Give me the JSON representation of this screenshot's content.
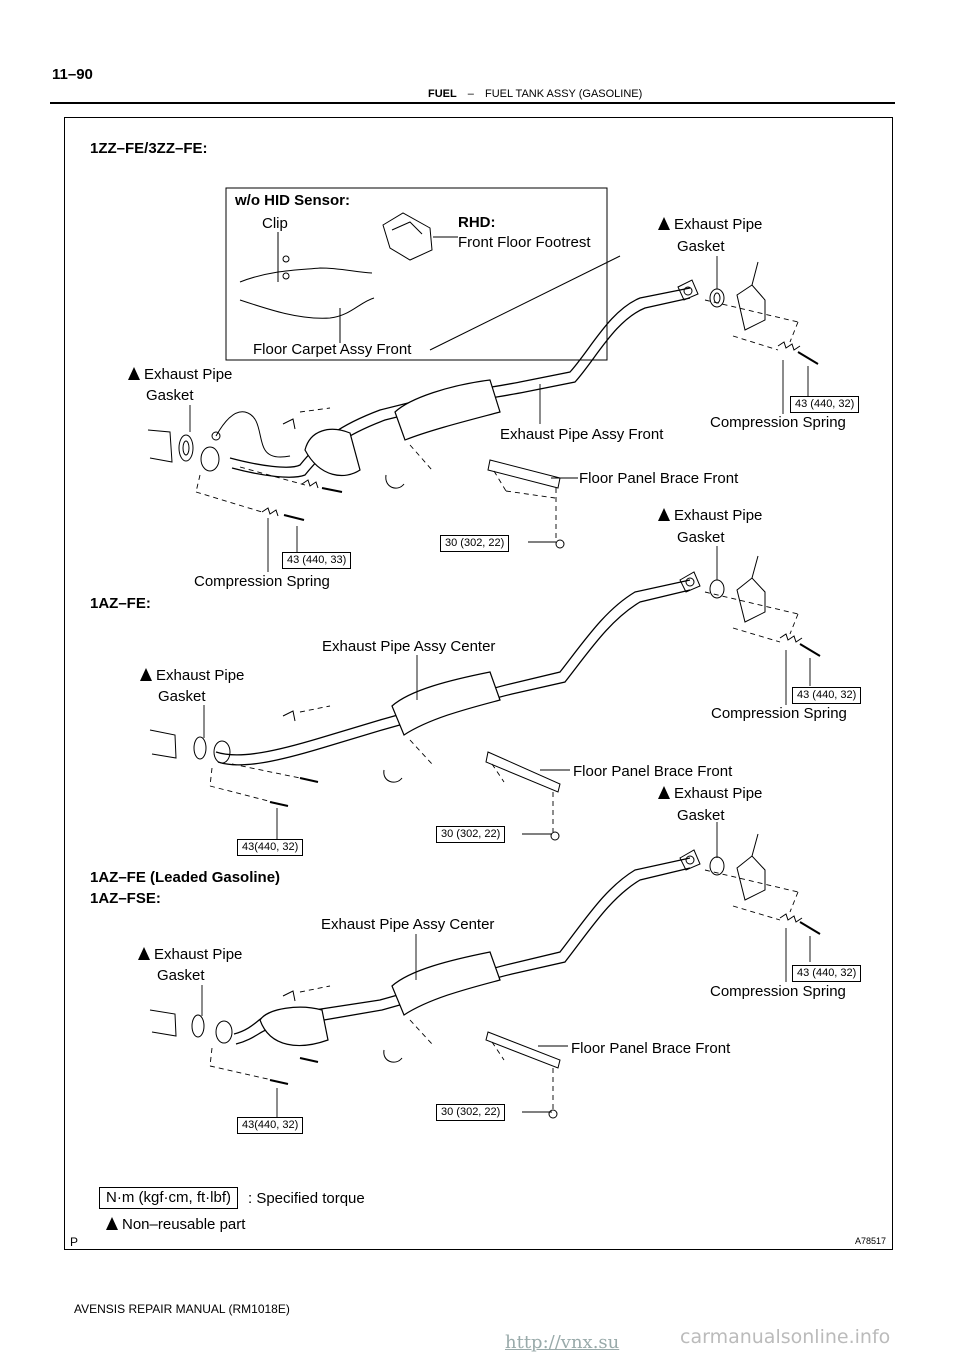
{
  "header": {
    "page_number": "11–90",
    "section": "FUEL",
    "separator": "–",
    "title": "FUEL TANK ASSY (GASOLINE)"
  },
  "variants": {
    "v1": "1ZZ–FE/3ZZ–FE:",
    "v2": "1AZ–FE:",
    "v3a": "1AZ–FE (Leaded Gasoline)",
    "v3b": "1AZ–FSE:"
  },
  "inset": {
    "title": "w/o HID Sensor:",
    "clip": "Clip",
    "rhd_title": "RHD:",
    "rhd_part": "Front Floor Footrest",
    "carpet": "Floor Carpet Assy Front"
  },
  "labels": {
    "exhaust_pipe": "Exhaust Pipe",
    "gasket": "Gasket",
    "compression_spring": "Compression Spring",
    "pipe_front": "Exhaust Pipe Assy Front",
    "pipe_center": "Exhaust Pipe Assy Center",
    "brace": "Floor Panel Brace Front"
  },
  "torques": {
    "t_43_440_32": "43 (440, 32)",
    "t_43_440_33": "43 (440, 33)",
    "t_30_302_22": "30 (302, 22)",
    "t_43_440_32_compact": "43(440, 32)"
  },
  "legend": {
    "torque_unit": "N·m (kgf·cm, ft·lbf)",
    "torque_text": ": Specified torque",
    "nonreusable": "Non–reusable part"
  },
  "figure_id": "A78517",
  "page_marker": "P",
  "footer": "AVENSIS REPAIR MANUAL   (RM1018E)",
  "watermark_site": "carmanualsonline.info",
  "watermark_url": "http://vnx.su"
}
